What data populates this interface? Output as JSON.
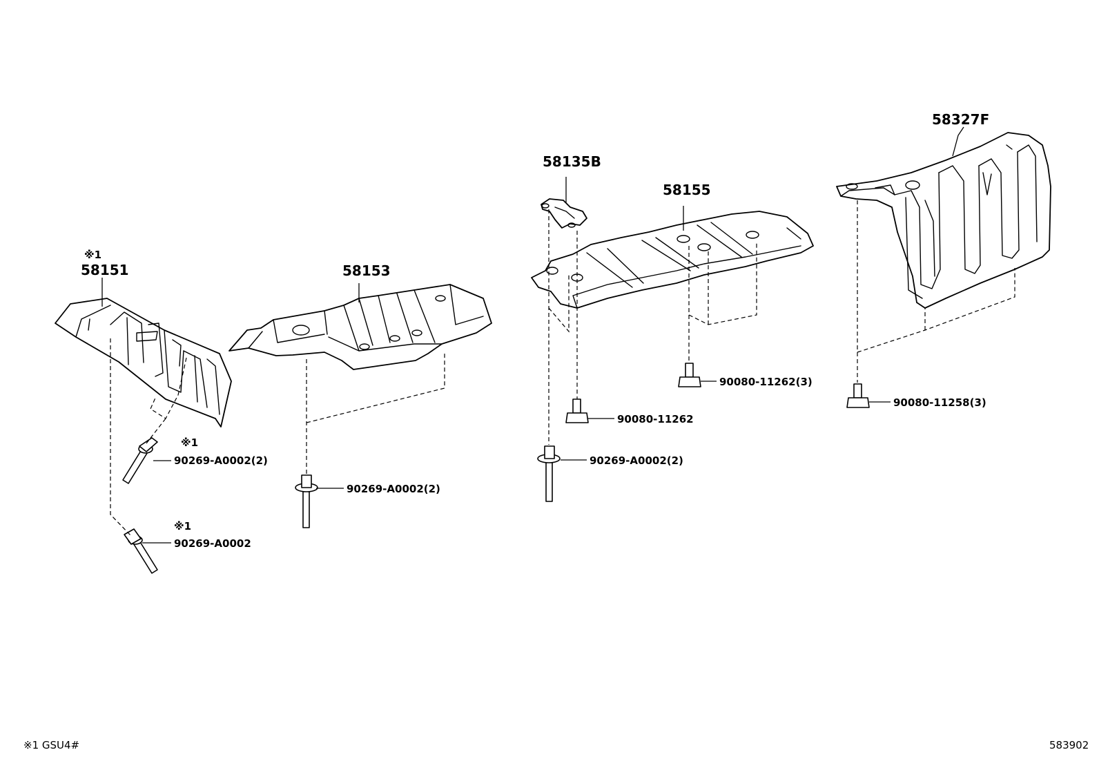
{
  "parts": {
    "p58151": "58151",
    "p58153": "58153",
    "p58135b": "58135B",
    "p58155": "58155",
    "p58327f": "58327F"
  },
  "fasteners": {
    "f1": "90269-A0002(2)",
    "f2": "90269-A0002",
    "f3": "90269-A0002(2)",
    "f4": "90080-11262",
    "f5": "90269-A0002(2)",
    "f6": "90080-11262(3)",
    "f7": "90080-11258(3)"
  },
  "marks": {
    "m1": "※1",
    "m2": "※1",
    "m3": "※1"
  },
  "footer": {
    "legend": "※1 GSU4#",
    "diagram_code": "583902"
  }
}
